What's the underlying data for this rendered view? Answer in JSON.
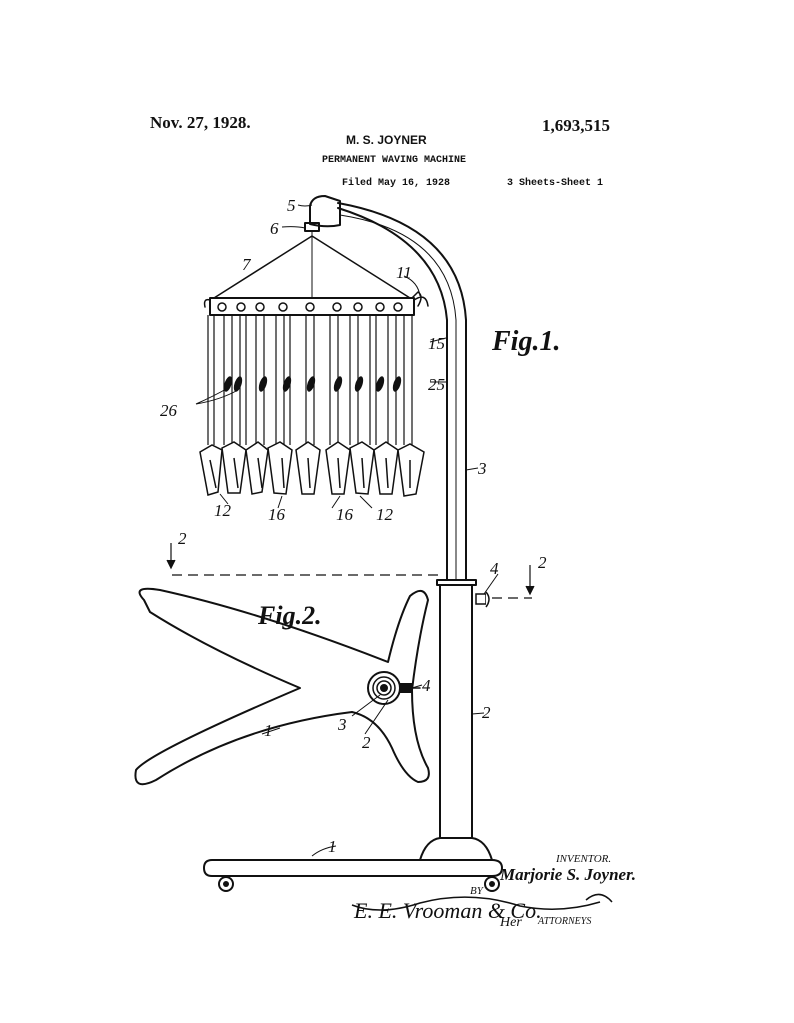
{
  "header": {
    "date": "Nov. 27, 1928.",
    "inventor_name": "M. S. JOYNER",
    "patent_number": "1,693,515",
    "title": "PERMANENT WAVING MACHINE",
    "filed": "Filed May 16, 1928",
    "sheets": "3 Sheets-Sheet 1"
  },
  "figures": {
    "fig1": "Fig.1.",
    "fig2": "Fig.2."
  },
  "reference_numerals": {
    "n5": "5",
    "n6": "6",
    "n7": "7",
    "n11": "11",
    "n15": "15",
    "n25": "25",
    "n26": "26",
    "n3_upper": "3",
    "n12_left": "12",
    "n16_left": "16",
    "n16_right": "16",
    "n12_right": "12",
    "n2_left": "2",
    "n2_right": "2",
    "n4_upper": "4",
    "n4_lower": "4",
    "n3_lower": "3",
    "n2_lower": "2",
    "n1_fig2": "1",
    "n2_column": "2",
    "n1_base": "1"
  },
  "signature_block": {
    "inventor_label": "INVENTOR.",
    "inventor_signature": "Marjorie S. Joyner.",
    "by": "BY",
    "attorney_signature": "E. E. Vrooman & Co.",
    "her": "Her",
    "attorneys_label": "ATTORNEYS"
  }
}
